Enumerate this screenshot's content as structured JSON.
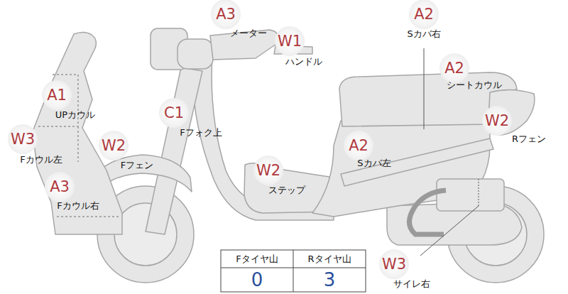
{
  "diagram": {
    "nodes": [
      {
        "text": [
          "A3",
          "メーター"
        ]
      },
      {
        "text": [
          "A2",
          "Sカバ右"
        ]
      },
      {
        "text": [
          "W1",
          "ハンドル"
        ]
      },
      {
        "text": [
          "A2",
          "シートカウル"
        ]
      },
      {
        "text": [
          "A1",
          "UPカウル"
        ]
      },
      {
        "text": [
          "C1",
          "Fフォク上"
        ]
      },
      {
        "text": [
          "W2",
          "Rフェン"
        ]
      },
      {
        "text": [
          "W3",
          "Fカウル左"
        ]
      },
      {
        "text": [
          "W2",
          "Fフェン"
        ]
      },
      {
        "text": [
          "A2",
          "Sカバ左"
        ]
      },
      {
        "text": [
          "W2",
          "ステップ"
        ]
      },
      {
        "text": [
          "A3",
          "Fカウル右"
        ]
      },
      {
        "text": [
          "W3",
          "サイレ右"
        ]
      }
    ],
    "labels": [
      "Fタイヤ山",
      "Rタイヤ山",
      "0",
      "3"
    ]
  }
}
